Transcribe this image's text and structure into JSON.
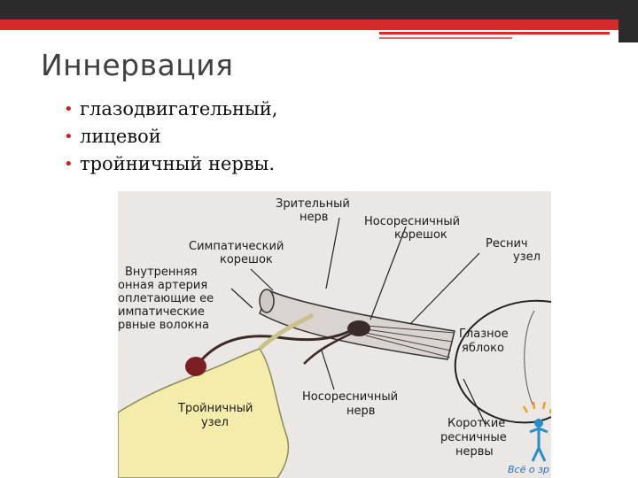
{
  "slide": {
    "title": "Иннервация",
    "bullets": [
      "глазодвигательный,",
      "лицевой",
      "тройничный нервы."
    ]
  },
  "diagram": {
    "labels": {
      "optic_nerve_1": "Зрительный",
      "optic_nerve_2": "нерв",
      "nasociliary_root_1": "Носоресничный",
      "nasociliary_root_2": "корешок",
      "ciliary_ganglion_1": "Реснич",
      "ciliary_ganglion_2": "узел",
      "sympathetic_root_1": "Симпатический",
      "sympathetic_root_2": "корешок",
      "carotid_1": "Внутренняя",
      "carotid_2": "онная артерия",
      "carotid_3": "оплетающие ее",
      "carotid_4": "импатические",
      "carotid_5": "рвные волокна",
      "eyeball_1": "Глазное",
      "eyeball_2": "яблоко",
      "nasociliary_nerve_1": "Носоресничный",
      "nasociliary_nerve_2": "нерв",
      "trigeminal_ganglion_1": "Тройничный",
      "trigeminal_ganglion_2": "узел",
      "short_ciliary_1": "Короткие",
      "short_ciliary_2": "ресничные",
      "short_ciliary_3": "нервы",
      "watermark": "Всё о зр"
    }
  },
  "colors": {
    "accent_red": "#d42a2a",
    "bullet_red": "#c8242b",
    "ganglion_yellow": "#f4ecaa",
    "figure_bg": "#ebe7e4"
  }
}
